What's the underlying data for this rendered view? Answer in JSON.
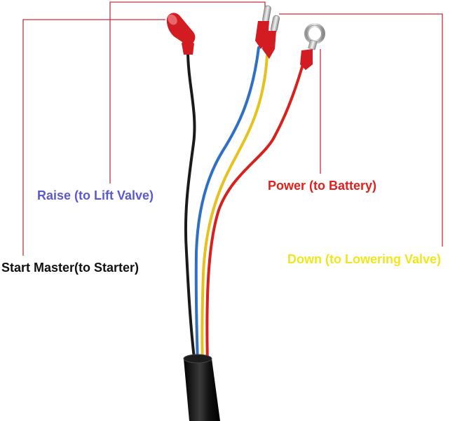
{
  "labels": {
    "raise": {
      "text": "Raise (to Lift Valve)",
      "color": "#5a5ad0"
    },
    "power": {
      "text": "Power (to Battery)",
      "color": "#e0201c"
    },
    "start": {
      "text": "Start Master(to Starter)",
      "color": "#111111"
    },
    "down": {
      "text": "Down (to Lowering Valve)",
      "color": "#f2e51c"
    }
  },
  "colors": {
    "leader_line": "#c0303a",
    "wire_black": "#1a1a1a",
    "wire_blue": "#2f6fc4",
    "wire_yellow": "#e6c21f",
    "wire_red": "#d8201c",
    "terminal_red": "#d31b22",
    "terminal_metal": "#c8c8c8",
    "cable_jacket": "#111111"
  },
  "icons": {
    "terminal_black": "female-spade-terminal-icon",
    "terminal_blue": "bullet-connector-icon",
    "terminal_yellow": "bullet-connector-icon",
    "terminal_red": "ring-terminal-icon"
  }
}
